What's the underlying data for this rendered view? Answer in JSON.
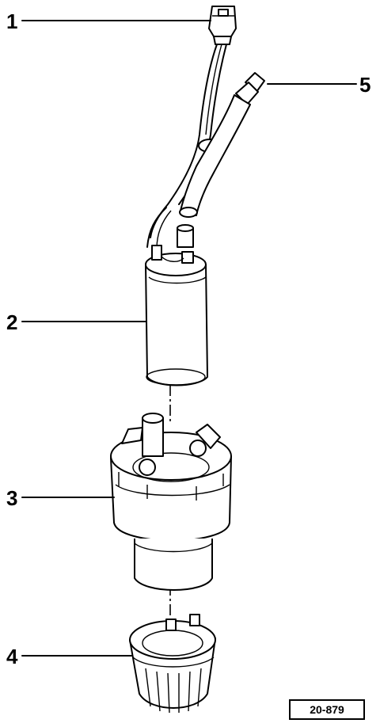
{
  "callouts": {
    "c1": "1",
    "c2": "2",
    "c3": "3",
    "c4": "4",
    "c5": "5"
  },
  "reference_code": "20-879"
}
